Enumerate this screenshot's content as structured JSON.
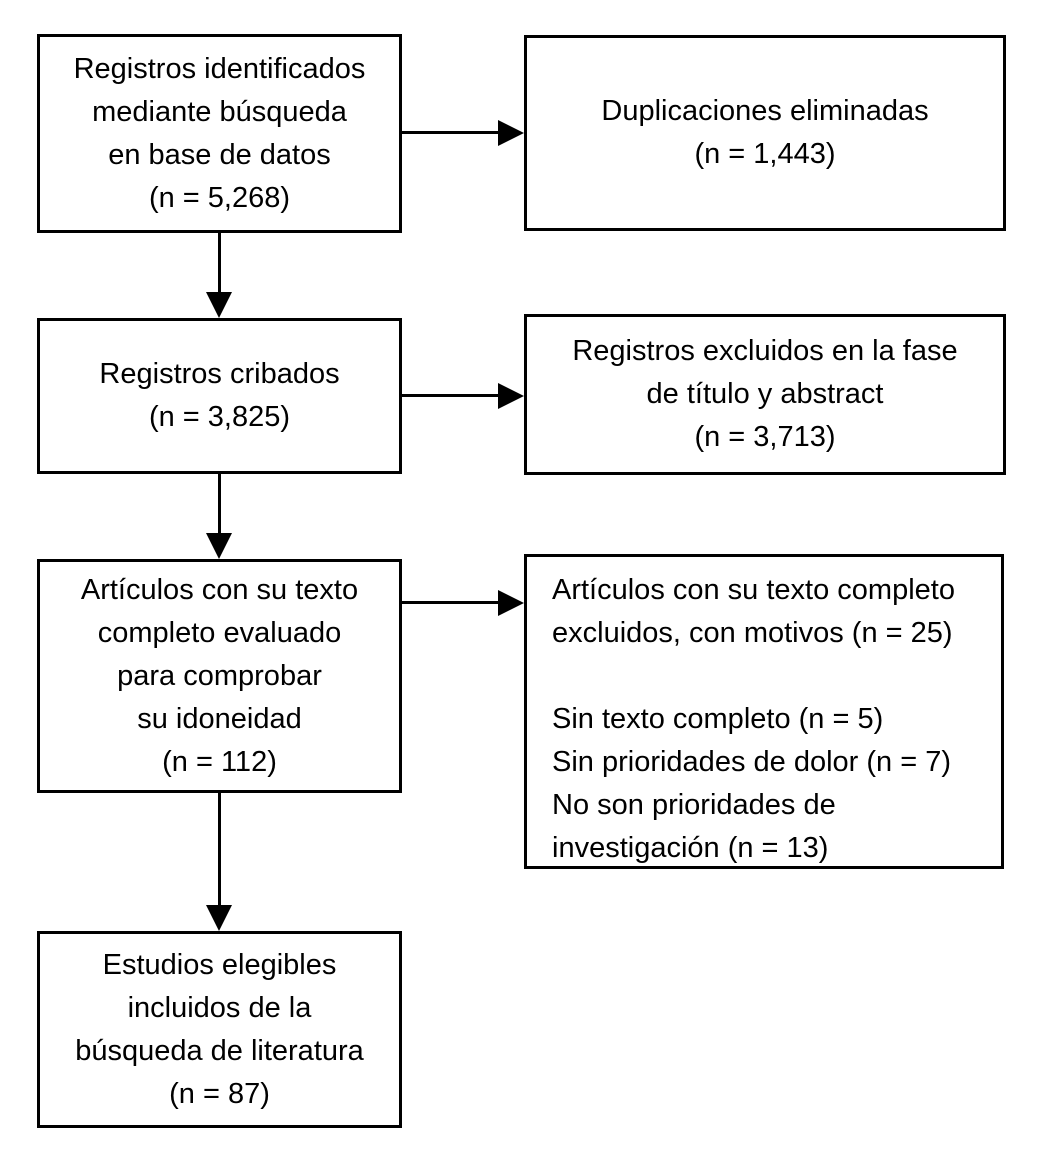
{
  "boxes": [
    {
      "name": "records-identified",
      "lines": [
        "Registros identificados",
        "mediante búsqueda",
        "en base de datos",
        "(n = 5,268)"
      ]
    },
    {
      "name": "duplicates-removed",
      "lines": [
        "Duplicaciones eliminadas",
        "(n = 1,443)"
      ]
    },
    {
      "name": "records-screened",
      "lines": [
        "Registros cribados",
        "(n = 3,825)"
      ]
    },
    {
      "name": "records-excluded-title-abstract",
      "lines": [
        "Registros excluidos en la fase",
        "de título y abstract",
        "(n = 3,713)"
      ]
    },
    {
      "name": "fulltext-assessed",
      "lines": [
        "Artículos con su texto",
        "completo evaluado",
        "para comprobar",
        "su idoneidad",
        "(n = 112)"
      ]
    },
    {
      "name": "fulltext-excluded-with-reasons",
      "lines": [
        "Artículos con su texto completo",
        "excluidos, con motivos (n = 25)",
        "",
        "Sin texto completo (n = 5)",
        "Sin prioridades de dolor (n = 7)",
        "No son prioridades de",
        "investigación (n = 13)"
      ]
    },
    {
      "name": "studies-included",
      "lines": [
        "Estudios elegibles",
        "incluidos de la",
        "búsqueda de literatura",
        "(n = 87)"
      ]
    }
  ],
  "connections": [
    {
      "from": "records-identified",
      "to": "duplicates-removed",
      "direction": "right"
    },
    {
      "from": "records-identified",
      "to": "records-screened",
      "direction": "down"
    },
    {
      "from": "records-screened",
      "to": "records-excluded-title-abstract",
      "direction": "right"
    },
    {
      "from": "records-screened",
      "to": "fulltext-assessed",
      "direction": "down"
    },
    {
      "from": "fulltext-assessed",
      "to": "fulltext-excluded-with-reasons",
      "direction": "right"
    },
    {
      "from": "fulltext-assessed",
      "to": "studies-included",
      "direction": "down"
    }
  ],
  "colors": {
    "line": "#000000",
    "text": "#000000",
    "background": "#ffffff"
  }
}
